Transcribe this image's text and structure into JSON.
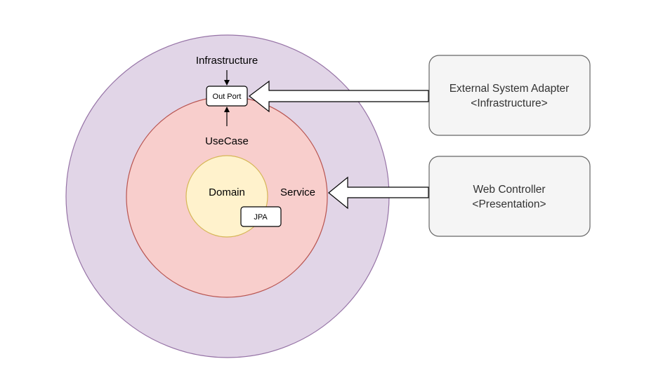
{
  "diagram": {
    "layers": {
      "infrastructure": "Infrastructure",
      "usecase": "UseCase",
      "service": "Service",
      "domain": "Domain"
    },
    "ports": {
      "out_port": "Out Port",
      "jpa": "JPA"
    },
    "adapters": {
      "external": {
        "name": "External System Adapter",
        "layer": "<Infrastructure>"
      },
      "web": {
        "name": "Web Controller",
        "layer": "<Presentation>"
      }
    },
    "colors": {
      "outer_fill": "#e1d5e7",
      "outer_stroke": "#9673a6",
      "middle_fill": "#f8cecc",
      "middle_stroke": "#b85450",
      "inner_fill": "#fff2cc",
      "inner_stroke": "#d6b656",
      "box_fill": "#f5f5f5",
      "box_stroke": "#666666"
    }
  }
}
